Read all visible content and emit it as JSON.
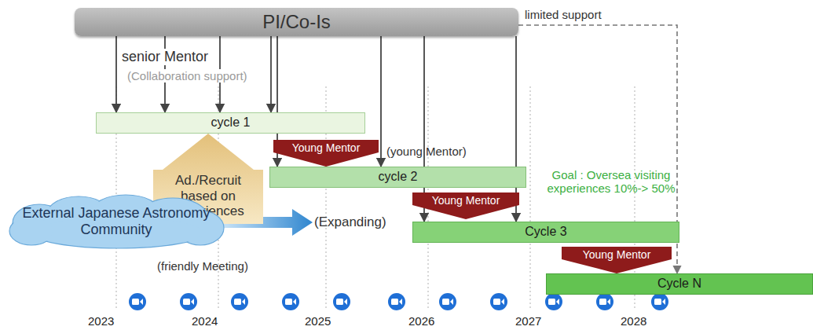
{
  "diagram": {
    "nodes": [
      {
        "text": [
          "PI/Co-Is"
        ]
      },
      {
        "text": [
          "cycle 1"
        ]
      },
      {
        "text": [
          "Young Mentor"
        ]
      },
      {
        "text": [
          "cycle 2"
        ]
      },
      {
        "text": [
          "Ad./Recruit based on experiences"
        ]
      },
      {
        "text": [
          "External Japanese Astronomy Community"
        ]
      },
      {
        "text": [
          "Young Mentor"
        ]
      },
      {
        "text": [
          "Cycle 3"
        ]
      },
      {
        "text": [
          "Young Mentor"
        ]
      },
      {
        "text": [
          "Cycle N"
        ]
      }
    ],
    "edges": [
      {
        "from": 0,
        "to": 1,
        "arrow": "to"
      },
      {
        "from": 0,
        "to": 1,
        "arrow": "to"
      },
      {
        "from": 0,
        "to": 1,
        "arrow": "to"
      },
      {
        "from": 0,
        "to": 1,
        "arrow": "to"
      },
      {
        "from": 0,
        "to": 3,
        "arrow": "to"
      },
      {
        "from": 0,
        "to": 3,
        "arrow": "to"
      },
      {
        "from": 0,
        "to": 7,
        "arrow": "to"
      },
      {
        "from": 0,
        "to": 7,
        "arrow": "to"
      },
      {
        "from": 0,
        "to": 9,
        "arrow": "to"
      }
    ],
    "labels": [
      "limited support",
      "senior Mentor",
      "(Collaboration support)",
      "(young Mentor)",
      "Goal : Oversea visiting experiences 10%-> 50%",
      "(Expanding)",
      "(friendly Meeting)",
      "2023",
      "2024",
      "2025",
      "2026",
      "2027",
      "2028"
    ]
  }
}
